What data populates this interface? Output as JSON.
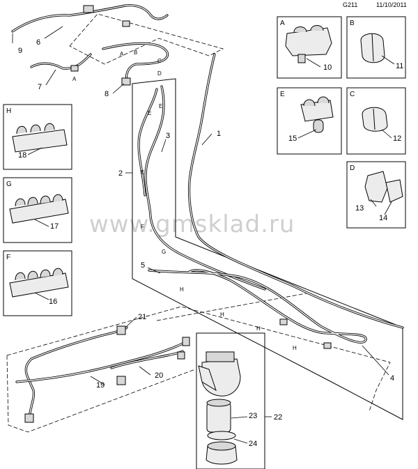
{
  "header": {
    "code": "G211",
    "date": "11/10/2011"
  },
  "watermark": "www.gmsklad.ru",
  "callouts": {
    "c1": "1",
    "c2": "2",
    "c3": "3",
    "c4": "4",
    "c5": "5",
    "c6": "6",
    "c7": "7",
    "c8": "8",
    "c9": "9",
    "c10": "10",
    "c11": "11",
    "c12": "12",
    "c13": "13",
    "c14": "14",
    "c15": "15",
    "c16": "16",
    "c17": "17",
    "c18": "18",
    "c19": "19",
    "c20": "20",
    "c21": "21",
    "c22": "22",
    "c23": "23",
    "c24": "24"
  },
  "detail_boxes": {
    "A": "A",
    "B": "B",
    "C": "C",
    "D": "D",
    "E": "E",
    "F": "F",
    "G": "G",
    "H": "H"
  },
  "clip_letters": {
    "a1": "A",
    "b1": "B",
    "c1": "C",
    "d1": "D",
    "a2": "A",
    "e1": "E",
    "e2": "E",
    "e3": "E",
    "f1": "F",
    "g1": "G",
    "h1": "H",
    "h2": "H",
    "h3": "H",
    "h4": "H"
  }
}
